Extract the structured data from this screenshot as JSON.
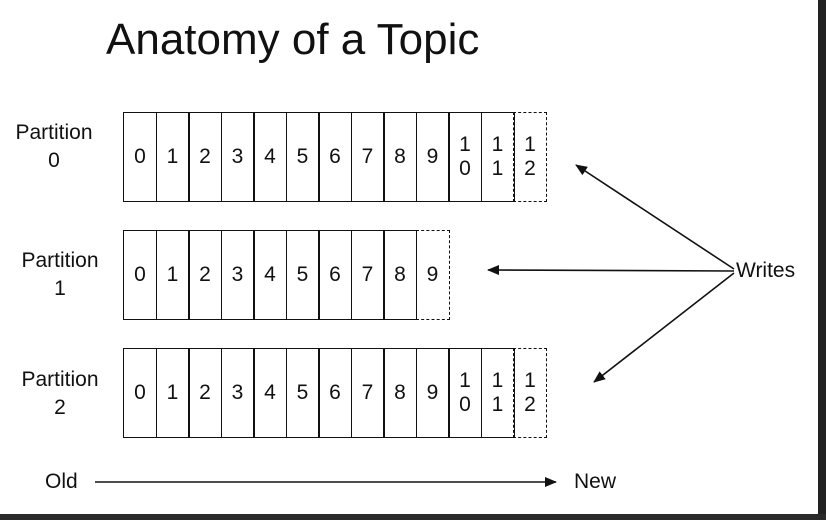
{
  "title": "Anatomy of a Topic",
  "partitions": [
    {
      "label_line1": "Partition",
      "label_line2": "0",
      "cells": [
        {
          "digits": [
            "0"
          ],
          "pending": false
        },
        {
          "digits": [
            "1"
          ],
          "pending": false
        },
        {
          "digits": [
            "2"
          ],
          "pending": false
        },
        {
          "digits": [
            "3"
          ],
          "pending": false
        },
        {
          "digits": [
            "4"
          ],
          "pending": false
        },
        {
          "digits": [
            "5"
          ],
          "pending": false
        },
        {
          "digits": [
            "6"
          ],
          "pending": false
        },
        {
          "digits": [
            "7"
          ],
          "pending": false
        },
        {
          "digits": [
            "8"
          ],
          "pending": false
        },
        {
          "digits": [
            "9"
          ],
          "pending": false
        },
        {
          "digits": [
            "1",
            "0"
          ],
          "pending": false
        },
        {
          "digits": [
            "1",
            "1"
          ],
          "pending": false
        },
        {
          "digits": [
            "1",
            "2"
          ],
          "pending": true
        }
      ]
    },
    {
      "label_line1": "Partition",
      "label_line2": "1",
      "cells": [
        {
          "digits": [
            "0"
          ],
          "pending": false
        },
        {
          "digits": [
            "1"
          ],
          "pending": false
        },
        {
          "digits": [
            "2"
          ],
          "pending": false
        },
        {
          "digits": [
            "3"
          ],
          "pending": false
        },
        {
          "digits": [
            "4"
          ],
          "pending": false
        },
        {
          "digits": [
            "5"
          ],
          "pending": false
        },
        {
          "digits": [
            "6"
          ],
          "pending": false
        },
        {
          "digits": [
            "7"
          ],
          "pending": false
        },
        {
          "digits": [
            "8"
          ],
          "pending": false
        },
        {
          "digits": [
            "9"
          ],
          "pending": true
        }
      ]
    },
    {
      "label_line1": "Partition",
      "label_line2": "2",
      "cells": [
        {
          "digits": [
            "0"
          ],
          "pending": false
        },
        {
          "digits": [
            "1"
          ],
          "pending": false
        },
        {
          "digits": [
            "2"
          ],
          "pending": false
        },
        {
          "digits": [
            "3"
          ],
          "pending": false
        },
        {
          "digits": [
            "4"
          ],
          "pending": false
        },
        {
          "digits": [
            "5"
          ],
          "pending": false
        },
        {
          "digits": [
            "6"
          ],
          "pending": false
        },
        {
          "digits": [
            "7"
          ],
          "pending": false
        },
        {
          "digits": [
            "8"
          ],
          "pending": false
        },
        {
          "digits": [
            "9"
          ],
          "pending": false
        },
        {
          "digits": [
            "1",
            "0"
          ],
          "pending": false
        },
        {
          "digits": [
            "1",
            "1"
          ],
          "pending": false
        },
        {
          "digits": [
            "1",
            "2"
          ],
          "pending": true
        }
      ]
    }
  ],
  "writes_label": "Writes",
  "axis": {
    "old_label": "Old",
    "new_label": "New"
  },
  "colors": {
    "ink": "#111111",
    "background": "#ffffff"
  }
}
